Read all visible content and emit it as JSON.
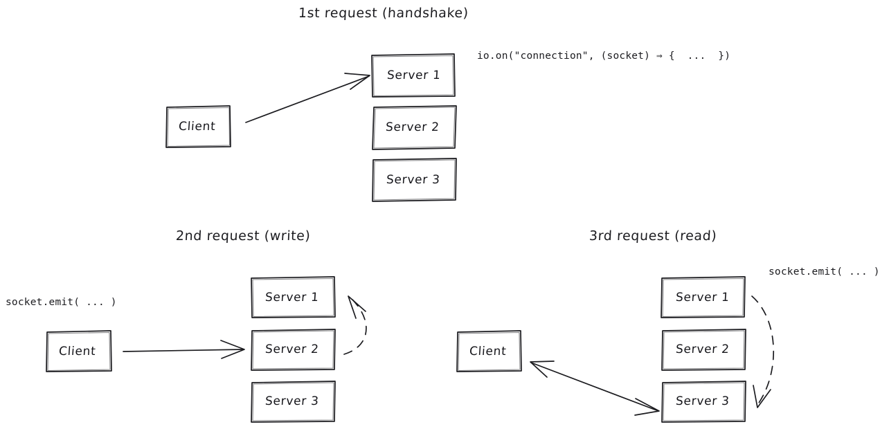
{
  "diagram": {
    "background": "#ffffff",
    "ink_color": "#1b1b1f",
    "panels": [
      {
        "id": "handshake",
        "title": "1st request (handshake)",
        "code_annotation": "io.on(\"connection\", (socket) ⇒ {  ...  })",
        "nodes": [
          {
            "id": "client",
            "label": "Client"
          },
          {
            "id": "server1",
            "label": "Server 1"
          },
          {
            "id": "server2",
            "label": "Server 2"
          },
          {
            "id": "server3",
            "label": "Server 3"
          }
        ],
        "connections": [
          {
            "from": "client",
            "to": "server1",
            "style": "solid",
            "heads": 1
          }
        ]
      },
      {
        "id": "write",
        "title": "2nd request (write)",
        "code_annotation": "socket.emit( ... )",
        "nodes": [
          {
            "id": "client",
            "label": "Client"
          },
          {
            "id": "server1",
            "label": "Server 1"
          },
          {
            "id": "server2",
            "label": "Server 2"
          },
          {
            "id": "server3",
            "label": "Server 3"
          }
        ],
        "connections": [
          {
            "from": "client",
            "to": "server2",
            "style": "solid",
            "heads": 1
          },
          {
            "from": "server2",
            "to": "server1",
            "style": "dashed",
            "heads": 1
          }
        ]
      },
      {
        "id": "read",
        "title": "3rd request (read)",
        "code_annotation": "socket.emit( ... )",
        "nodes": [
          {
            "id": "client",
            "label": "Client"
          },
          {
            "id": "server1",
            "label": "Server 1"
          },
          {
            "id": "server2",
            "label": "Server 2"
          },
          {
            "id": "server3",
            "label": "Server 3"
          }
        ],
        "connections": [
          {
            "from": "client",
            "to": "server3",
            "style": "solid",
            "heads": 2
          },
          {
            "from": "server1",
            "to": "server3",
            "style": "dashed",
            "heads": 1
          }
        ]
      }
    ]
  }
}
